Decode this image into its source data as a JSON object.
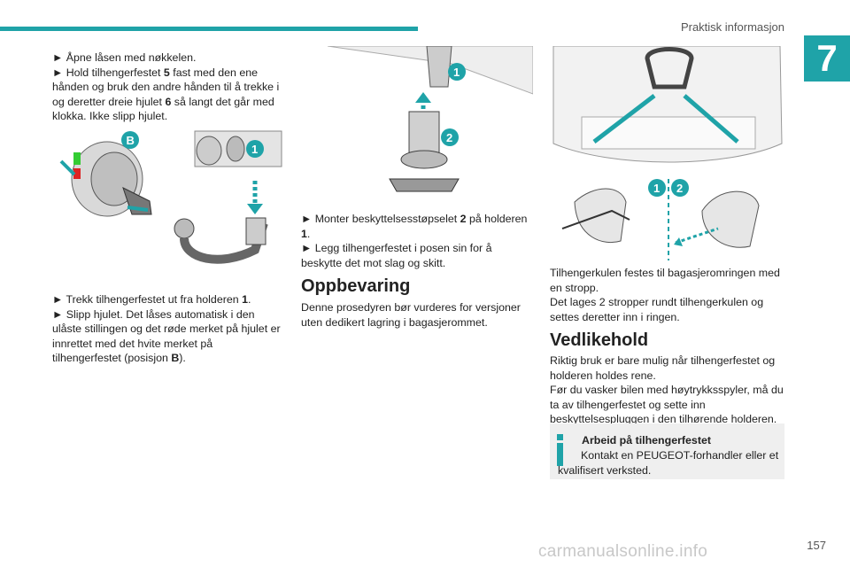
{
  "header": {
    "section_title": "Praktisk informasjon",
    "chapter_number": "7"
  },
  "col1": {
    "step1": "► Åpne låsen med nøkkelen.",
    "step2_pre": "► Hold tilhengerfestet ",
    "step2_b": "5",
    "step2_post": " fast med den ene hånden og bruk den andre hånden til å trekke i og deretter dreie hjulet ",
    "step2_b2": "6",
    "step2_end": " så langt det går med klokka. Ikke slipp hjulet.",
    "fig_label_b": "B",
    "fig_label_1": "1",
    "step3_pre": "► Trekk tilhengerfestet ut fra holderen ",
    "step3_b": "1",
    "step3_post": ".",
    "step4_pre": "► Slipp hjulet. Det låses automatisk i den ulåste stillingen og det røde merket på hjulet er innrettet med det hvite merket på tilhengerfestet (posisjon ",
    "step4_b": "B",
    "step4_post": ")."
  },
  "col2": {
    "fig_label_1": "1",
    "fig_label_2": "2",
    "step1_pre": "► Monter beskyttelsesstøpselet ",
    "step1_b": "2",
    "step1_mid": " på holderen ",
    "step1_b2": "1",
    "step1_post": ".",
    "step2": "► Legg tilhengerfestet i posen sin for å beskytte det mot slag og skitt.",
    "heading": "Oppbevaring",
    "para": "Denne prosedyren bør vurderes for versjoner uten dedikert lagring i bagasjerommet."
  },
  "col3": {
    "fig_label_1": "1",
    "fig_label_2": "2",
    "para1": "Tilhengerkulen festes til bagasjeromringen med en stropp.",
    "para2": "Det lages 2 stropper rundt tilhengerkulen og settes deretter inn i ringen.",
    "heading": "Vedlikehold",
    "para3": "Riktig bruk er bare mulig når tilhengerfestet og holderen holdes rene.",
    "para4": "Før du vasker bilen med høytrykksspyler, må du ta av tilhengerfestet og sette inn beskyttelsespluggen i den tilhørende holderen.",
    "info_title": "Arbeid på tilhengerfestet",
    "info_body": "Kontakt en PEUGEOT-forhandler eller et kvalifisert verksted."
  },
  "footer": {
    "page_number": "157",
    "watermark": "carmanualsonline.info"
  },
  "colors": {
    "accent": "#1fa3a8"
  }
}
